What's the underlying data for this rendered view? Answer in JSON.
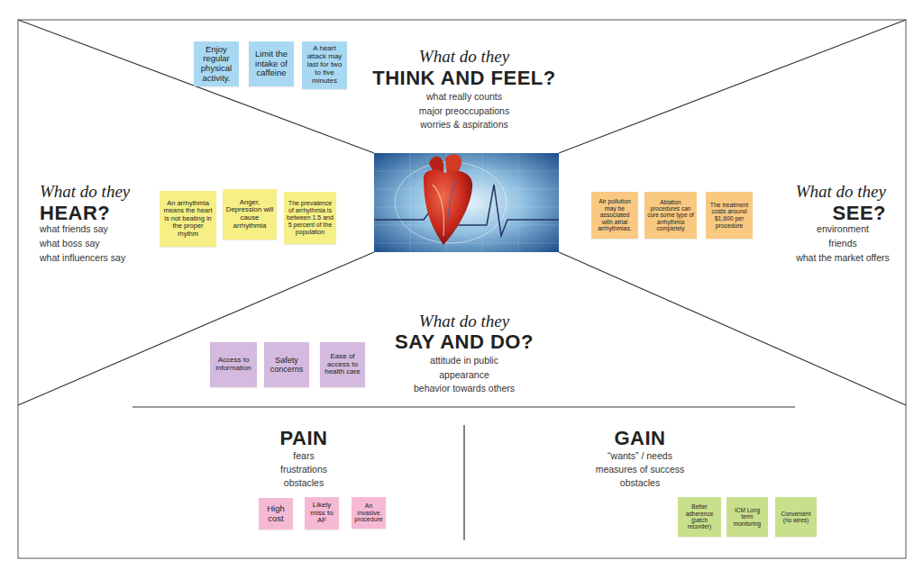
{
  "diagram": {
    "nodes": [
      {
        "text": [
          "Enjoy regular physical activity."
        ]
      },
      {
        "text": [
          "Limit the intake of caffeine"
        ]
      },
      {
        "text": [
          "A heart attack may last for two to five minutes"
        ]
      },
      {
        "text": [
          "An arrhythmia means the heart is not beating in the proper rhythm"
        ]
      },
      {
        "text": [
          "Anger, Depression will cause arrhythmia"
        ]
      },
      {
        "text": [
          "The prevalence of arrhythmia is between 1.5 and 5 percent of the population"
        ]
      },
      {
        "text": [
          "Air pollution may be associated with atrial arrhythmias."
        ]
      },
      {
        "text": [
          "Ablation procedures can cure some type of arrhythmia completely"
        ]
      },
      {
        "text": [
          "The treatment costs around $1,600 per procedure"
        ]
      },
      {
        "text": [
          "Access to information"
        ]
      },
      {
        "text": [
          "Safety concerns"
        ]
      },
      {
        "text": [
          "Ease of access to health care"
        ]
      },
      {
        "text": [
          "High cost"
        ]
      },
      {
        "text": [
          "Likely miss to AF"
        ]
      },
      {
        "text": [
          "An invasive procedure"
        ]
      },
      {
        "text": [
          "Better adherence (patch recorder)"
        ]
      },
      {
        "text": [
          "ICM Long term monitoring"
        ]
      },
      {
        "text": [
          "Convenient (no wires)"
        ]
      }
    ],
    "labels": [
      "What do they",
      "THINK AND FEEL?",
      "what really counts",
      "major preoccupations",
      "worries & aspirations",
      "What do they",
      "HEAR?",
      "what friends say",
      "what boss say",
      "what influencers say",
      "What do they",
      "SEE?",
      "environment",
      "friends",
      "what the market offers",
      "What do they",
      "SAY AND DO?",
      "attitude in public",
      "appearance",
      "behavior towards others",
      "PAIN",
      "fears",
      "frustrations",
      "obstacles",
      "GAIN",
      "“wants” / needs",
      "measures of success",
      "obstacles"
    ]
  }
}
